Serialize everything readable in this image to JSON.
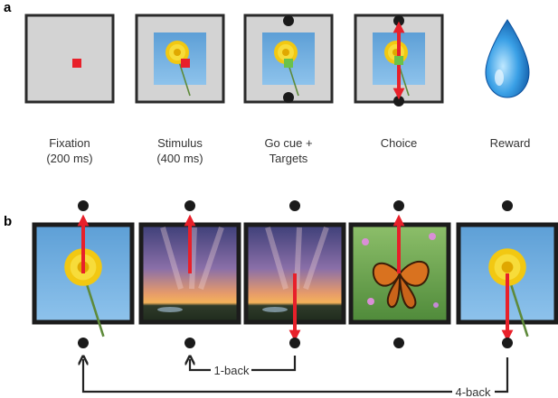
{
  "panel_a": {
    "letter": "a",
    "stages": [
      {
        "label_line1": "Fixation",
        "label_line2": "(200 ms)"
      },
      {
        "label_line1": "Stimulus",
        "label_line2": "(400 ms)"
      },
      {
        "label_line1": "Go cue +",
        "label_line2": "Targets"
      },
      {
        "label_line1": "Choice",
        "label_line2": ""
      },
      {
        "label_line1": "Reward",
        "label_line2": ""
      }
    ]
  },
  "panel_b": {
    "letter": "b",
    "trials": [
      {
        "image": "dandelion",
        "choice": "up"
      },
      {
        "image": "sunset",
        "choice": "up"
      },
      {
        "image": "sunset",
        "choice": "down"
      },
      {
        "image": "butterfly",
        "choice": "up"
      },
      {
        "image": "dandelion",
        "choice": "down"
      }
    ],
    "one_back_label": "1-back",
    "four_back_label": "4-back"
  },
  "colors": {
    "arrow": "#e8202a",
    "frame": "#2a2a2a",
    "gray": "#d3d3d3",
    "sky": "#6aa6d8",
    "flower": "#f2d21a",
    "target": "#1a1a1a"
  }
}
